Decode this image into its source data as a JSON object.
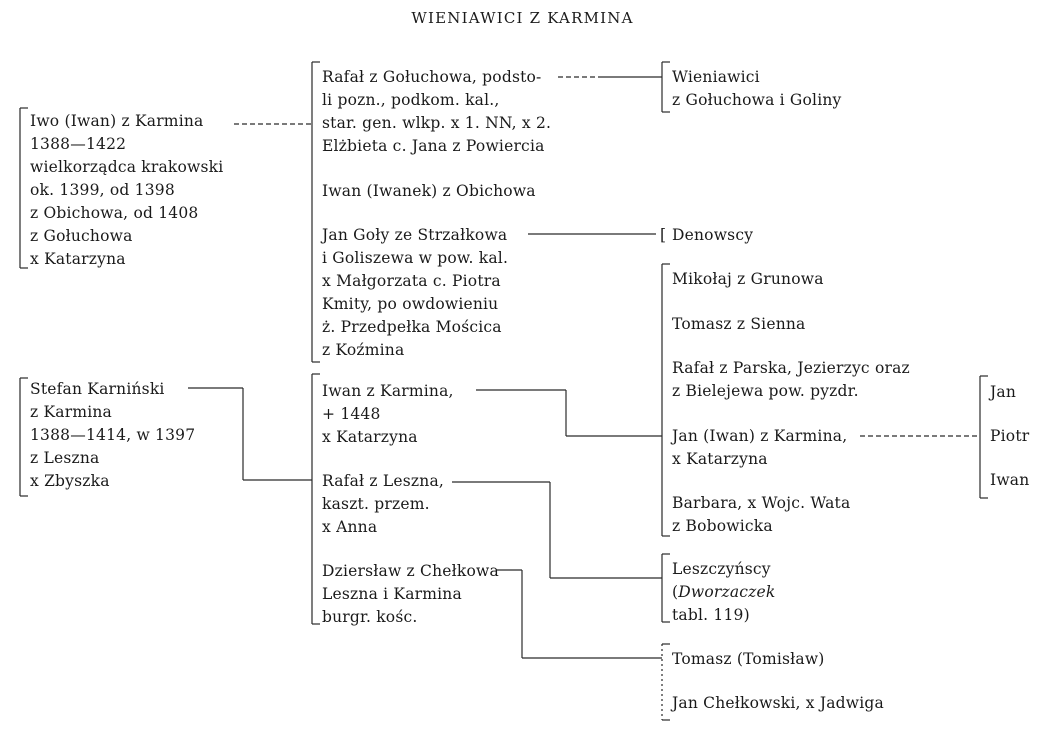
{
  "title": "WIENIAWICI Z KARMINA",
  "iwo": [
    "Iwo (Iwan) z Karmina",
    "1388—1422",
    "wielkorządca krakowski",
    "ok. 1399, od 1398",
    "z Obichowa, od 1408",
    "z Gołuchowa",
    "x Katarzyna"
  ],
  "stefan": [
    "Stefan Karniński",
    "z Karmina",
    "1388—1414, w 1397",
    "z Leszna",
    "x Zbyszka"
  ],
  "rafal_goluchow": [
    "Rafał z Gołuchowa, podsto-",
    "li pozn., podkom. kal.,",
    "star. gen. wlkp. x 1. NN, x 2.",
    "Elżbieta c. Jana z Powiercia"
  ],
  "iwan_obichow": "Iwan (Iwanek) z Obichowa",
  "jan_goly": [
    "Jan Goły ze Strzałkowa",
    "i Goliszewa w pow. kal.",
    "x Małgorzata c. Piotra",
    "Kmity, po owdowieniu",
    "ż. Przedpełka Mościca",
    "z Koźmina"
  ],
  "iwan_karmin": [
    "Iwan z Karmina,",
    "+ 1448",
    "x Katarzyna"
  ],
  "rafal_leszna": [
    "Rafał z Leszna,",
    "kaszt. przem.",
    "x Anna"
  ],
  "dzierslaw": [
    "Dziersław z Chełkowa",
    "Leszna i Karmina",
    "burgr. kośc."
  ],
  "wieniawici_goluchow": [
    "Wieniawici",
    "z Gołuchowa i Goliny"
  ],
  "denowscy": "Denowscy",
  "mikolaj": "Mikołaj z Grunowa",
  "tomasz_sienna": "Tomasz z Sienna",
  "rafal_parska": [
    "Rafał z Parska, Jezierzyc oraz",
    "z Bielejewa pow. pyzdr."
  ],
  "jan_iwan": [
    "Jan (Iwan) z Karmina,",
    "x Katarzyna"
  ],
  "barbara": [
    "Barbara, x Wojc. Wata",
    "z Bobowicka"
  ],
  "leszczynscy": [
    "Leszczyńscy",
    "(",
    "Dworzaczek",
    "tabl. 119)"
  ],
  "tomasz_tomislaw": "Tomasz (Tomisław)",
  "jan_chelkowski": "Jan Chełkowski, x Jadwiga",
  "sons": [
    "Jan",
    "Piotr",
    "Iwan"
  ]
}
